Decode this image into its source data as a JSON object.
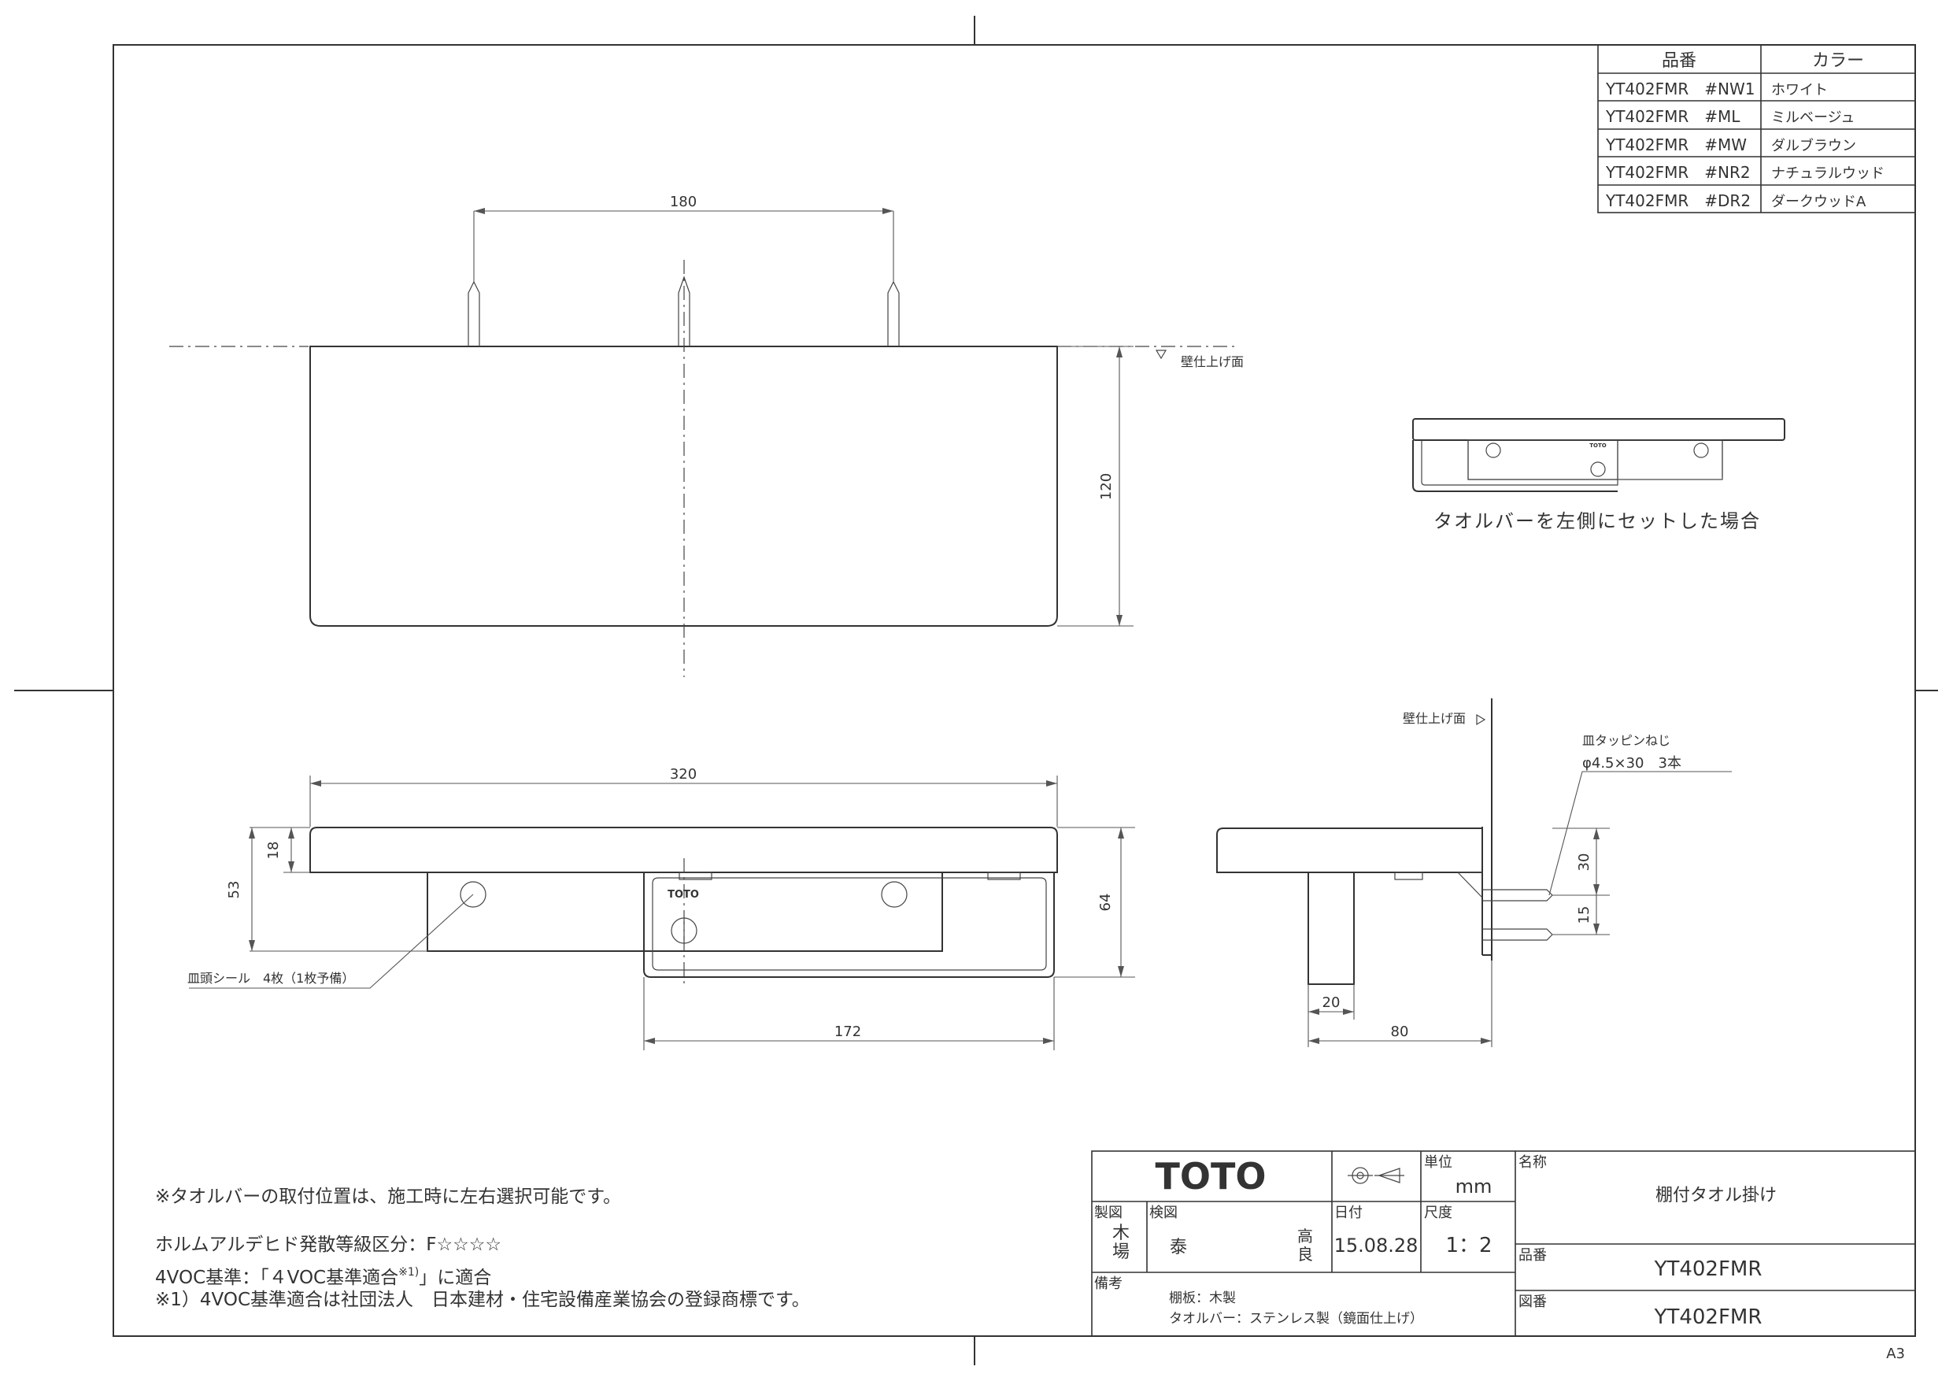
{
  "color_table": {
    "header_part": "品番",
    "header_color": "カラー",
    "rows": [
      {
        "part": "YT402FMR　#NW1",
        "color": "ホワイト"
      },
      {
        "part": "YT402FMR　#ML",
        "color": "ミルベージュ"
      },
      {
        "part": "YT402FMR　#MW",
        "color": "ダルブラウン"
      },
      {
        "part": "YT402FMR　#NR2",
        "color": "ナチュラルウッド"
      },
      {
        "part": "YT402FMR　#DR2",
        "color": "ダークウッドA"
      }
    ]
  },
  "dimensions": {
    "front_width": "180",
    "front_height": "120",
    "side_width": "320",
    "thickness": "18",
    "height_53": "53",
    "height_64": "64",
    "bar_width": "172",
    "depth_20": "20",
    "depth_80": "80",
    "screw_30": "30",
    "screw_15": "15"
  },
  "labels": {
    "wall_finish": "壁仕上げ面",
    "wall_finish_side": "壁仕上げ面",
    "left_set_caption": "タオルバーを左側にセットした場合",
    "screw_name": "皿タッピンねじ",
    "screw_spec": "φ4.5×30　3本",
    "seal": "皿頭シール　4枚（1枚予備）",
    "toto_small": "TOTO"
  },
  "notes": {
    "note1": "※タオルバーの取付位置は、施工時に左右選択可能です。",
    "note2": "ホルムアルデヒド発散等級区分：F☆☆☆☆",
    "note3_main": "4VOC基準：「４VOC基準適合",
    "note3_sup": "※1)",
    "note3_end": "」に適合",
    "note4": "※1）4VOC基準適合は社団法人　日本建材・住宅設備産業協会の登録商標です。"
  },
  "title_block": {
    "logo": "TOTO",
    "unit_label": "単位",
    "unit_value": "mm",
    "name_label": "名称",
    "name_value": "棚付タオル掛け",
    "drawn_label": "製図",
    "drawn_value_1": "木",
    "drawn_value_2": "場",
    "check_label": "検図",
    "check_value_1": "泰",
    "check_value_2": "高",
    "check_value_3": "良",
    "date_label": "日付",
    "date_value": "15.08.28",
    "scale_label": "尺度",
    "scale_value": "1：2",
    "part_label": "品番",
    "part_value": "YT402FMR",
    "drawing_label": "図番",
    "drawing_value": "YT402FMR",
    "remarks_label": "備考",
    "remarks_1": "棚板：木製",
    "remarks_2": "タオルバー：ステンレス製（鏡面仕上げ）"
  },
  "sheet_size": "A3"
}
